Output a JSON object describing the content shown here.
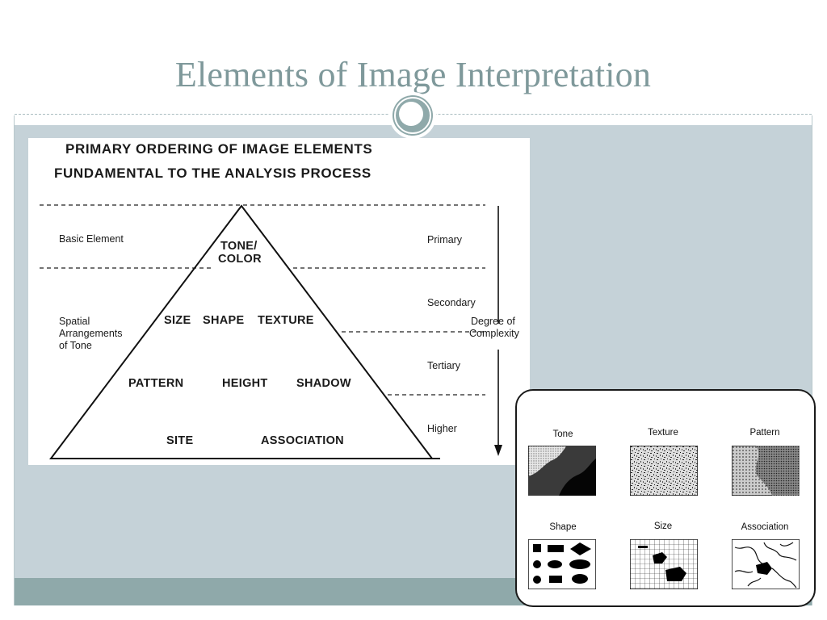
{
  "slide": {
    "title": "Elements of Image Interpretation"
  },
  "pyramid": {
    "heading_line1": "PRIMARY ORDERING OF IMAGE ELEMENTS",
    "heading_line2": "FUNDAMENTAL TO THE ANALYSIS PROCESS",
    "left_labels": {
      "basic": "Basic Element",
      "spatial_1": "Spatial",
      "spatial_2": "Arrangements",
      "spatial_3": "of Tone"
    },
    "levels": {
      "tone_1": "TONE/",
      "tone_2": "COLOR",
      "size": "SIZE",
      "shape": "SHAPE",
      "texture": "TEXTURE",
      "pattern": "PATTERN",
      "height": "HEIGHT",
      "shadow": "SHADOW",
      "site": "SITE",
      "association": "ASSOCIATION"
    },
    "right_labels": {
      "primary": "Primary",
      "secondary": "Secondary",
      "tertiary": "Tertiary",
      "higher": "Higher",
      "degree_1": "Degree of",
      "degree_2": "Complexity"
    }
  },
  "examples": {
    "tone": "Tone",
    "texture": "Texture",
    "pattern": "Pattern",
    "shape": "Shape",
    "size": "Size",
    "association": "Association"
  },
  "colors": {
    "title": "#7f999b",
    "content_bg": "#c5d2d8",
    "footer": "#8fa9aa"
  }
}
